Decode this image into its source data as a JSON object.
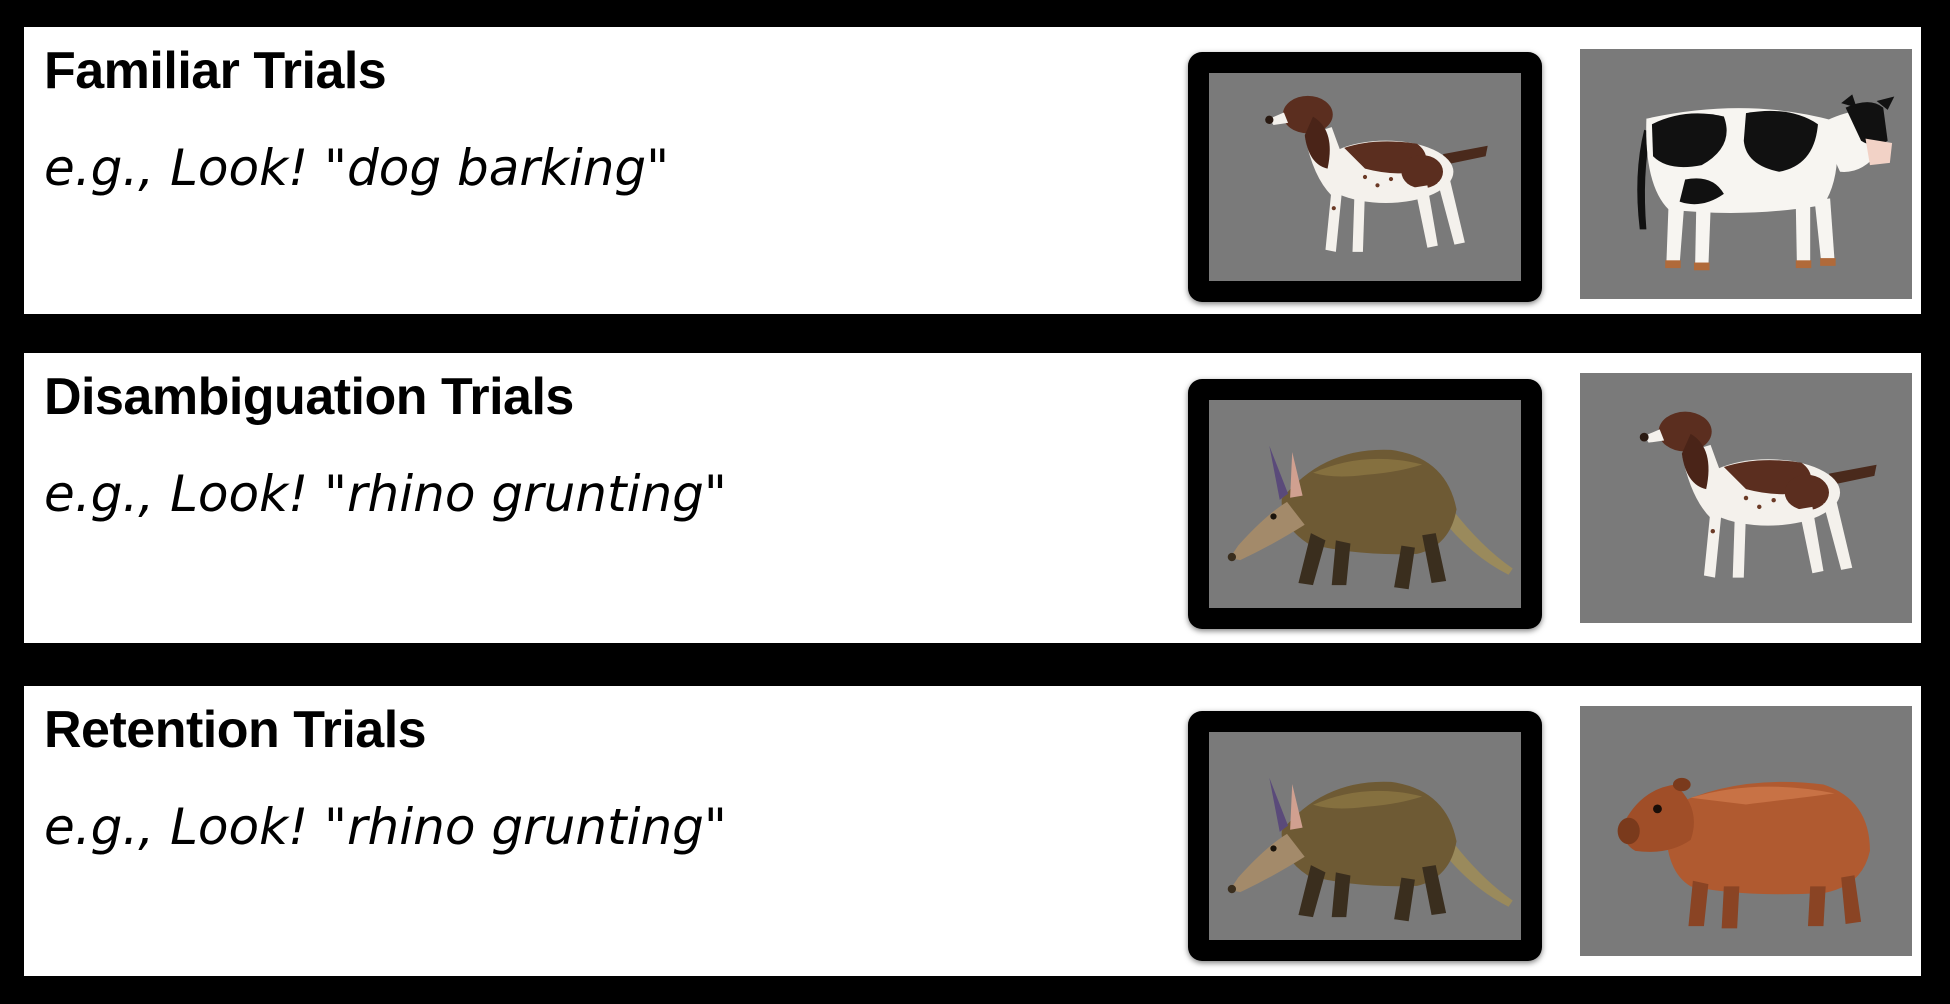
{
  "panels": [
    {
      "title": "Familiar Trials",
      "example": "e.g., Look! \"dog barking\"",
      "target_image": "dog",
      "distractor_image": "cow"
    },
    {
      "title": "Disambiguation Trials",
      "example": "e.g., Look! \"rhino grunting\"",
      "target_image": "aardvark",
      "distractor_image": "dog"
    },
    {
      "title": "Retention Trials",
      "example": "e.g., Look! \"rhino grunting\"",
      "target_image": "aardvark",
      "distractor_image": "capybara"
    }
  ],
  "colors": {
    "background": "#000000",
    "panel": "#ffffff",
    "image_background": "#7a7a7a",
    "target_frame": "#000000"
  }
}
